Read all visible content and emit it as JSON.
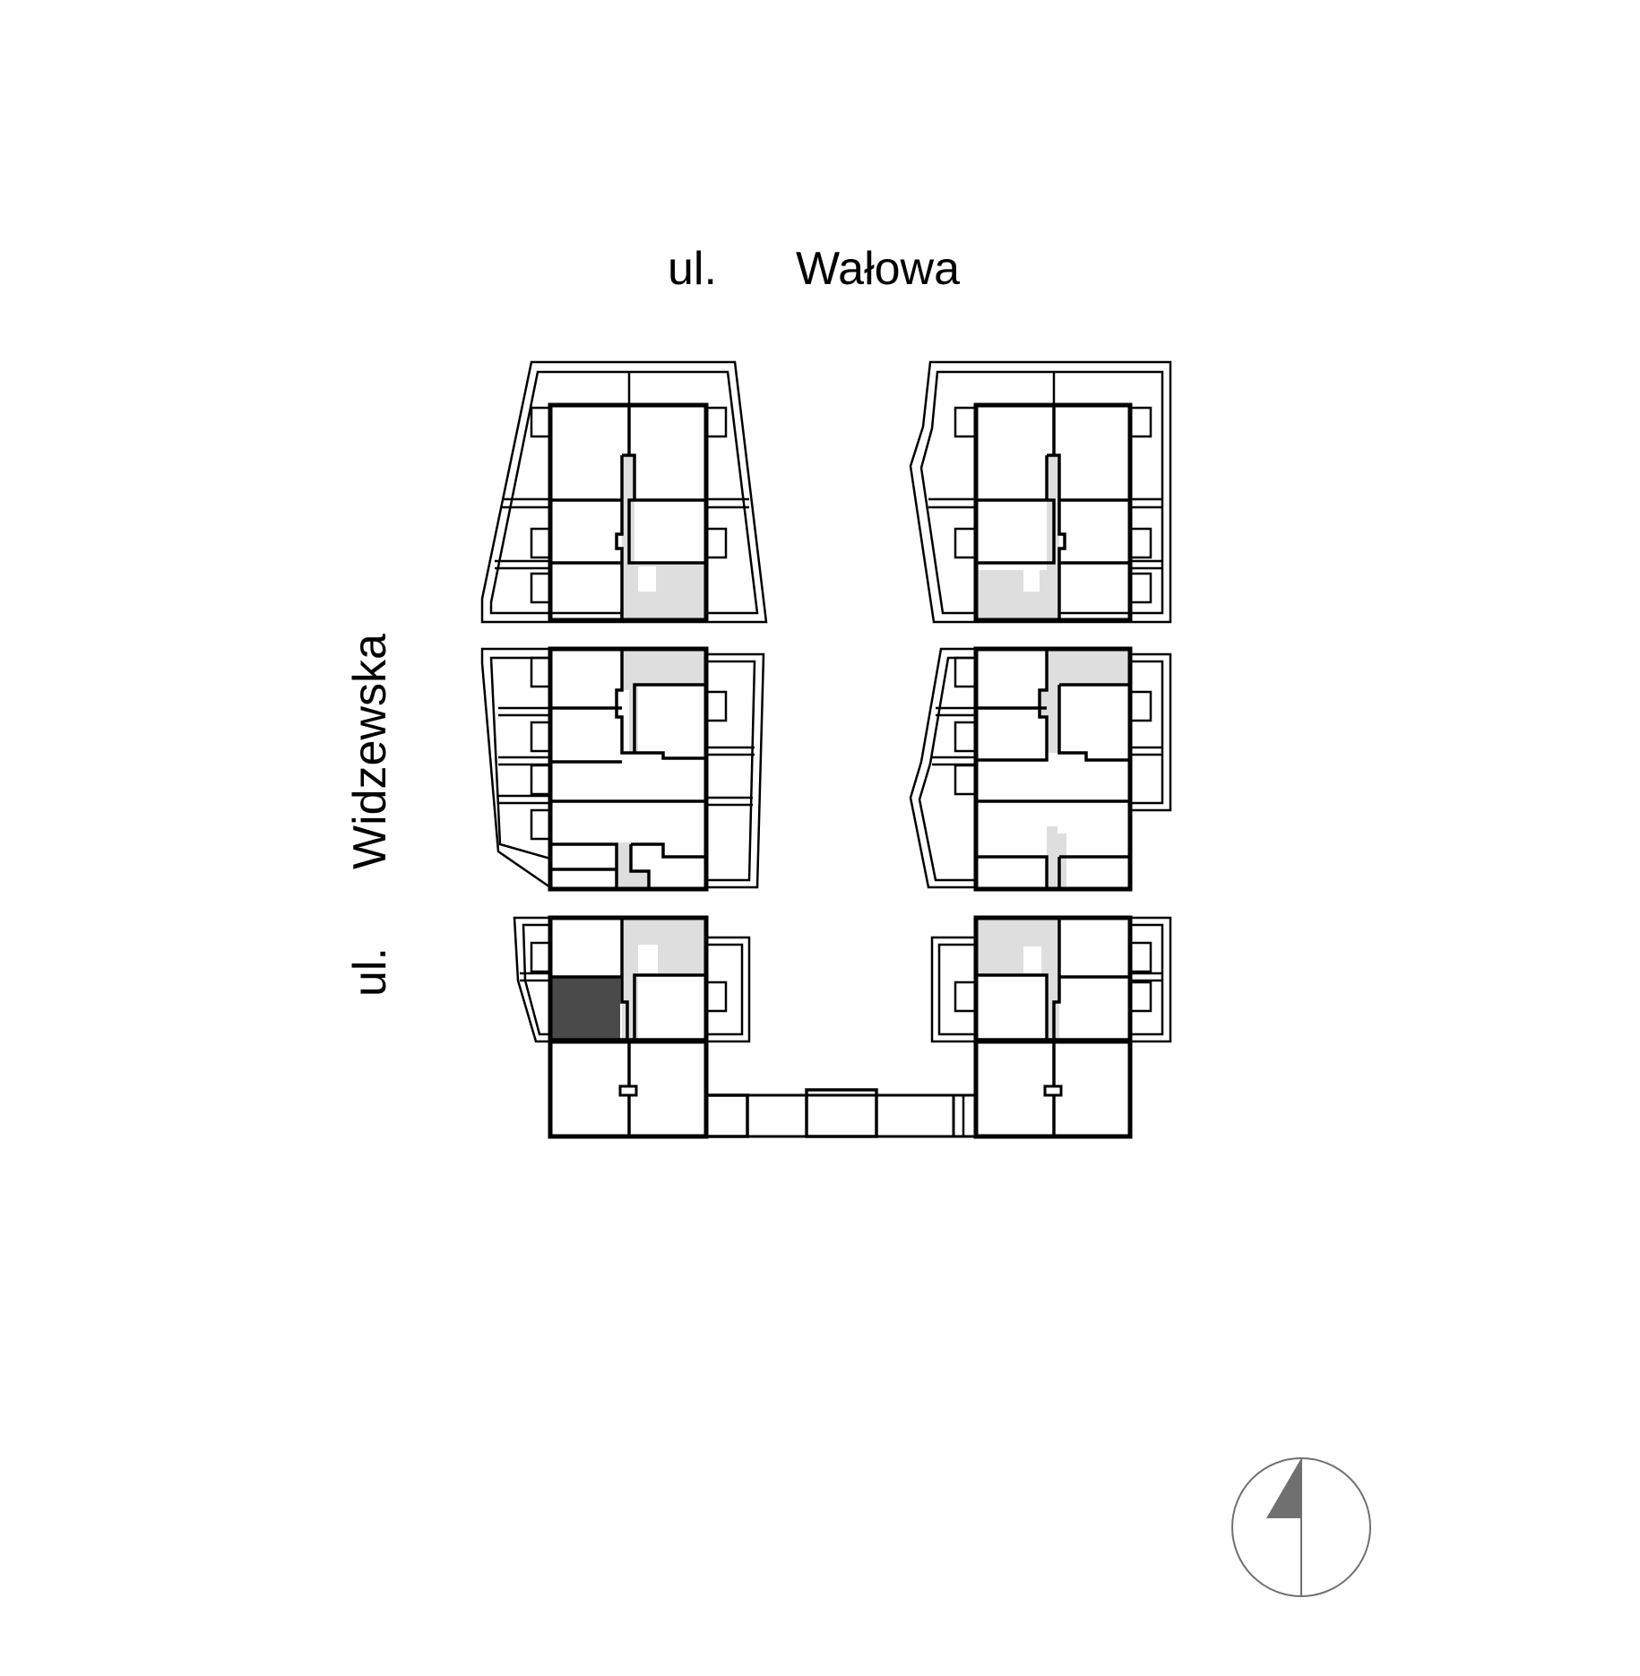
{
  "streets": {
    "top": {
      "prefix": "ul.",
      "name": "Wałowa"
    },
    "left": {
      "prefix": "ul.",
      "name": "Widzewska"
    }
  },
  "colors": {
    "line": "#000000",
    "shared_space": "#dedede",
    "selected_unit": "#4a4a4a",
    "compass": "#707070"
  },
  "icons": [
    "north-arrow-icon"
  ],
  "selected_unit": {
    "building": "west-lower",
    "floor_position": "west corner"
  }
}
